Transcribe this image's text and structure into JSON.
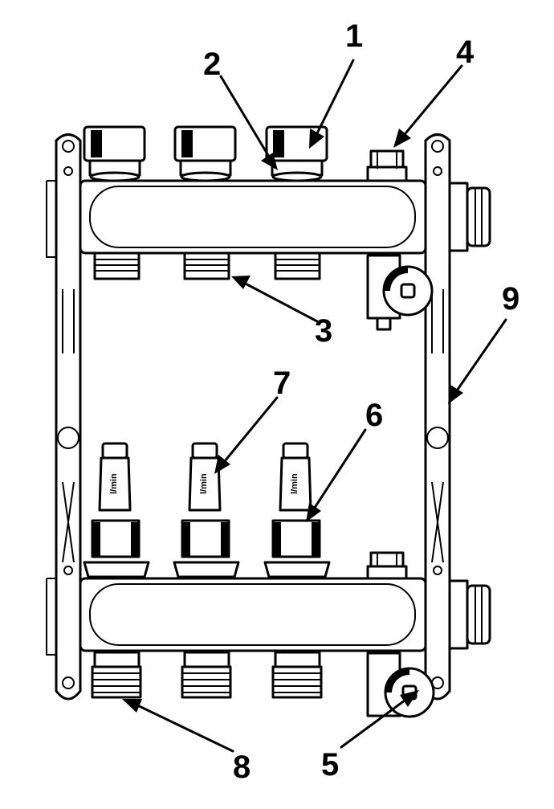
{
  "diagram": {
    "callouts": [
      {
        "id": "1",
        "label": "1"
      },
      {
        "id": "2",
        "label": "2"
      },
      {
        "id": "3",
        "label": "3"
      },
      {
        "id": "4",
        "label": "4"
      },
      {
        "id": "5",
        "label": "5"
      },
      {
        "id": "6",
        "label": "6"
      },
      {
        "id": "7",
        "label": "7"
      },
      {
        "id": "8",
        "label": "8"
      },
      {
        "id": "9",
        "label": "9"
      }
    ],
    "flowmeter_scale": "l/min"
  },
  "colors": {
    "line": "#000000",
    "background": "#ffffff"
  }
}
